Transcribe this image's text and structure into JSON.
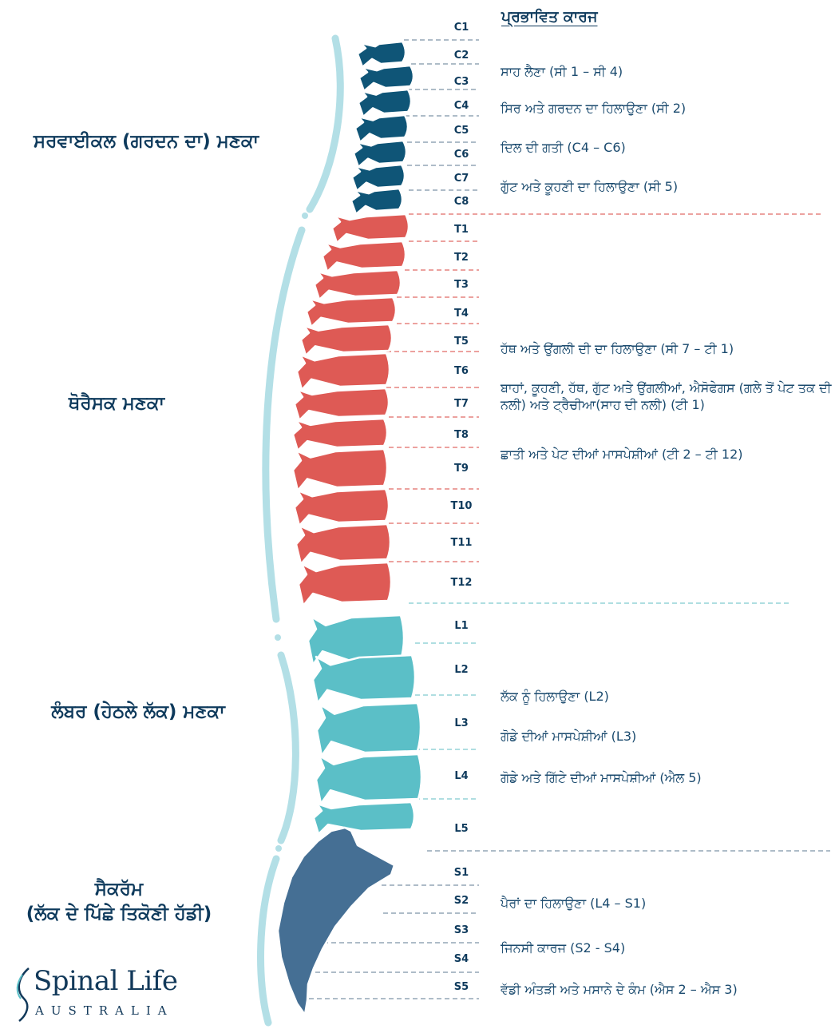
{
  "heading": "ਪ੍ਰਭਾਵਿਤ ਕਾਰਜ",
  "regions": {
    "cervical": "ਸਰਵਾਈਕਲ (ਗਰਦਨ ਦਾ) ਮਣਕਾ",
    "thoracic": "ਥੋਰੈਸਕ ਮਣਕਾ",
    "lumbar": "ਲੰਬਰ (ਹੇਠਲੇ ਲੱਕ) ਮਣਕਾ",
    "sacrum_1": "ਸੈਕਰੱਮ",
    "sacrum_2": "(ਲੱਕ ਦੇ ਪਿੱਛੇ ਤਿਕੋਣੀ ਹੱਡੀ)"
  },
  "vertebrae": [
    "C1",
    "C2",
    "C3",
    "C4",
    "C5",
    "C6",
    "C7",
    "C8",
    "T1",
    "T2",
    "T3",
    "T4",
    "T5",
    "T6",
    "T7",
    "T8",
    "T9",
    "T10",
    "T11",
    "T12",
    "L1",
    "L2",
    "L3",
    "L4",
    "L5",
    "S1",
    "S2",
    "S3",
    "S4",
    "S5"
  ],
  "functions": {
    "f1": "ਸਾਹ ਲੈਣਾ (ਸੀ 1 – ਸੀ 4)",
    "f2": "ਸਿਰ ਅਤੇ ਗਰਦਨ ਦਾ ਹਿਲਾਉਣਾ (ਸੀ 2)",
    "f3": "ਦਿਲ ਦੀ ਗਤੀ (C4 – C6)",
    "f4": "ਗੁੱਟ ਅਤੇ ਕੂਹਣੀ ਦਾ ਹਿਲਾਉਣਾ (ਸੀ 5)",
    "f5": "ਹੱਥ ਅਤੇ ਉਂਗਲੀ ਦੀ ਦਾ ਹਿਲਾਉਣਾ (ਸੀ 7 – ਟੀ 1)",
    "f6": "ਬਾਹਾਂ, ਕੂਹਣੀ, ਹੱਥ, ਗੁੱਟ ਅਤੇ ਉਂਗਲੀਆਂ, ਐਸੋਫੇਗਸ (ਗਲੇ ਤੋਂ ਪੇਟ ਤਕ ਦੀ ਨਲੀ) ਅਤੇ ਟ੍ਰੈਚੀਆ(ਸਾਹ ਦੀ ਨਲੀ) (ਟੀ 1)",
    "f7": "ਛਾਤੀ ਅਤੇ ਪੇਟ ਦੀਆਂ ਮਾਸਪੇਸ਼ੀਆਂ (ਟੀ 2 – ਟੀ 12)",
    "f8": "ਲੱਕ ਨੂੰ ਹਿਲਾਉਣਾ (L2)",
    "f9": "ਗੋਡੇ ਦੀਆਂ ਮਾਸਪੇਸ਼ੀਆਂ (L3)",
    "f10": "ਗੋਡੇ ਅਤੇ ਗਿੱਟੇ ਦੀਆਂ ਮਾਸਪੇਸ਼ੀਆਂ (ਐਲ 5)",
    "f11": "ਪੈਰਾਂ ਦਾ ਹਿਲਾਉਣਾ (L4 – S1)",
    "f12": "ਜਿਨਸੀ ਕਾਰਜ (S2 - S4)",
    "f13": "ਵੱਡੀ ਅੰਤੜੀ ਅਤੇ ਮਸਾਨੇ ਦੇ ਕੰਮ (ਐਸ 2 – ਐਸ 3)"
  },
  "logo": {
    "name": "Spinal Life",
    "sub": "AUSTRALIA"
  },
  "colors": {
    "cervical": "#0f5577",
    "thoracic": "#de5a55",
    "lumbar": "#5bbfc7",
    "sacrum": "#456f94",
    "curve": "#b3dfe6"
  }
}
